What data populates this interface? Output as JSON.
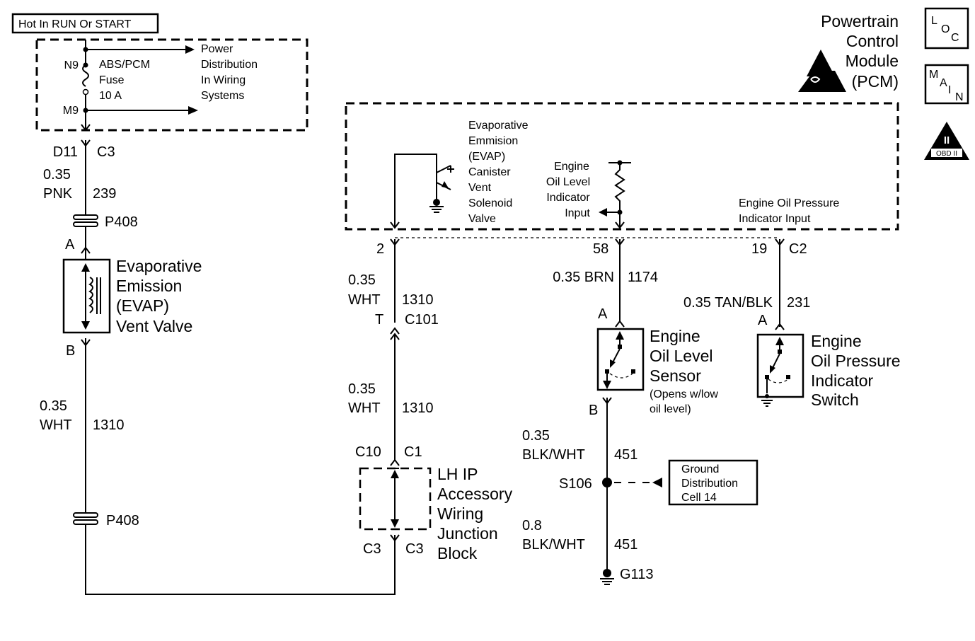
{
  "header": {
    "hot_label": "Hot In RUN Or START",
    "pcm_title": [
      "Powertrain",
      "Control",
      "Module",
      "(PCM)"
    ]
  },
  "badges": {
    "loc": [
      "L",
      "O",
      "C"
    ],
    "main": [
      "M",
      "A",
      "I",
      "N"
    ],
    "obd": [
      "II",
      "OBD II"
    ]
  },
  "fuse_block": {
    "pin_top": "N9",
    "pin_bottom": "M9",
    "fuse_label": [
      "ABS/PCM",
      "Fuse",
      "10 A"
    ],
    "power_dist": [
      "Power",
      "Distribution",
      "In Wiring",
      "Systems"
    ]
  },
  "left_circuit": {
    "conn_left": "D11",
    "conn_right": "C3",
    "wire1_gauge": "0.35",
    "wire1_color": "PNK",
    "wire1_circuit": "239",
    "splice_top": "P408",
    "pin_a": "A",
    "valve_label": [
      "Evaporative",
      "Emission",
      "(EVAP)",
      "Vent Valve"
    ],
    "pin_b": "B",
    "wire2_gauge": "0.35",
    "wire2_color": "WHT",
    "wire2_circuit": "1310",
    "splice_bottom": "P408"
  },
  "pcm_box": {
    "solenoid_label": [
      "Evaporative",
      "Emmision",
      "(EVAP)",
      "Canister",
      "Vent",
      "Solenoid",
      "Valve"
    ],
    "oil_level_input": [
      "Engine",
      "Oil Level",
      "Indicator",
      "Input"
    ],
    "oil_pressure_input": [
      "Engine Oil Pressure",
      "Indicator Input"
    ]
  },
  "middle_circuit": {
    "pin": "2",
    "wire_gauge": "0.35",
    "wire_color": "WHT",
    "wire_circuit": "1310",
    "conn_pin": "T",
    "conn_name": "C101",
    "wire2_gauge": "0.35",
    "wire2_color": "WHT",
    "wire2_circuit": "1310",
    "jb_conn_left": "C10",
    "jb_conn_right": "C1",
    "junction_block": [
      "LH IP",
      "Accessory",
      "Wiring",
      "Junction",
      "Block"
    ],
    "jb_bottom_left": "C3",
    "jb_bottom_right": "C3"
  },
  "oil_level_circuit": {
    "pin": "58",
    "wire": "0.35 BRN",
    "circuit": "1174",
    "pin_a": "A",
    "sensor_label": [
      "Engine",
      "Oil Level",
      "Sensor"
    ],
    "sensor_note": [
      "(Opens w/low",
      "oil level)"
    ],
    "pin_b": "B",
    "wire2_gauge": "0.35",
    "wire2_color": "BLK/WHT",
    "wire2_circuit": "451",
    "splice": "S106",
    "ground_ref": [
      "Ground",
      "Distribution",
      "Cell 14"
    ],
    "wire3_gauge": "0.8",
    "wire3_color": "BLK/WHT",
    "wire3_circuit": "451",
    "ground": "G113"
  },
  "oil_pressure_circuit": {
    "pin": "19",
    "conn": "C2",
    "wire": "0.35 TAN/BLK",
    "circuit": "231",
    "pin_a": "A",
    "switch_label": [
      "Engine",
      "Oil Pressure",
      "Indicator",
      "Switch"
    ]
  }
}
